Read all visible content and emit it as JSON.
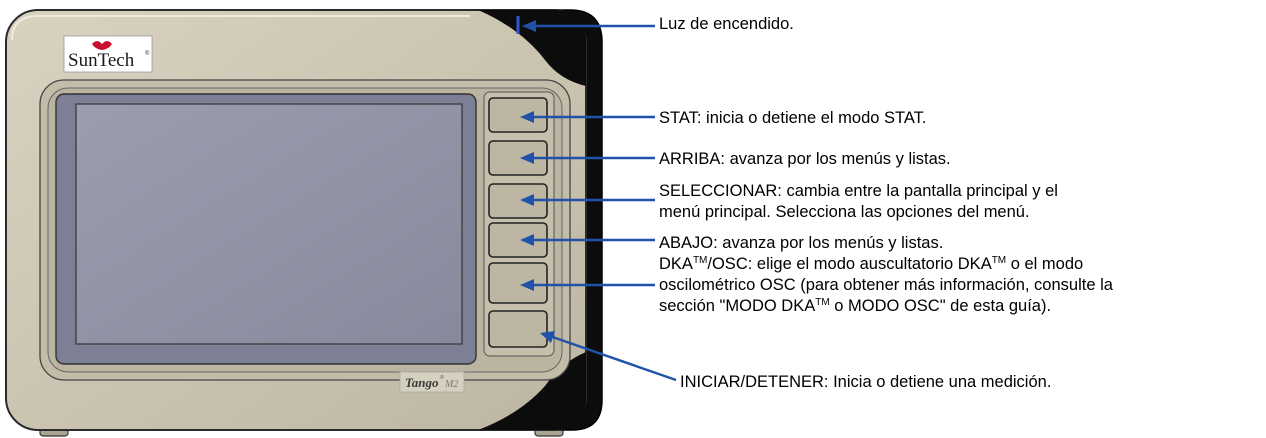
{
  "device": {
    "brand": "SunTech",
    "brand_mark": "®",
    "model": "Tango",
    "model_mark": "®",
    "model_suffix": "M2"
  },
  "callouts": {
    "power_light": "Luz de encendido.",
    "stat": "STAT: inicia o detiene el modo STAT.",
    "up": "ARRIBA: avanza por los menús y listas.",
    "select_line1": "SELECCIONAR: cambia entre la pantalla principal y el",
    "select_line2": "menú principal. Selecciona las opciones del menú.",
    "down": "ABAJO: avanza por los menús y listas.",
    "dka": {
      "l1_a": "DKA",
      "tm": "TM",
      "l1_b": "/OSC: elige el modo auscultatorio DKA",
      "l1_c": " o el modo",
      "l2": "oscilométrico OSC (para obtener más información, consulte la",
      "l3_a": "sección \"MODO DKA",
      "l3_b": " o MODO OSC\" de esta guía)."
    },
    "start_stop": "INICIAR/DETENER: Inicia o detiene una medición."
  },
  "colors": {
    "leader_line": "#1f52a8",
    "body": "#ccc5b2",
    "screen": "#8f92a4",
    "black_panel": "#0c0c0c",
    "power_led": "#2a5ad0"
  }
}
